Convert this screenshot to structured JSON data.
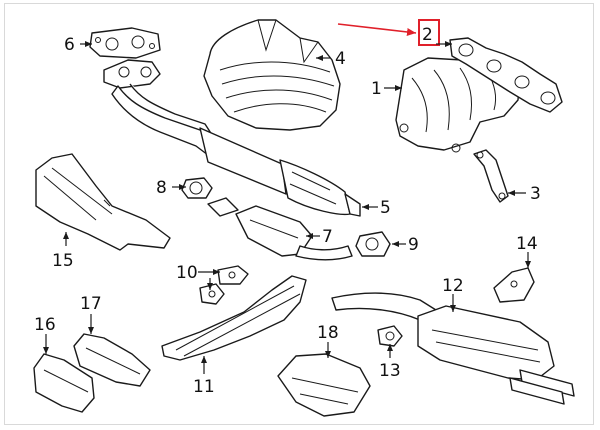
{
  "diagram": {
    "highlight_color": "#e0202a",
    "highlighted_callout": "2",
    "callouts": {
      "c1": "1",
      "c2": "2",
      "c3": "3",
      "c4": "4",
      "c5": "5",
      "c6": "6",
      "c7": "7",
      "c8": "8",
      "c9": "9",
      "c10": "10",
      "c11": "11",
      "c12": "12",
      "c13": "13",
      "c14": "14",
      "c15": "15",
      "c16": "16",
      "c17": "17",
      "c18": "18"
    }
  }
}
